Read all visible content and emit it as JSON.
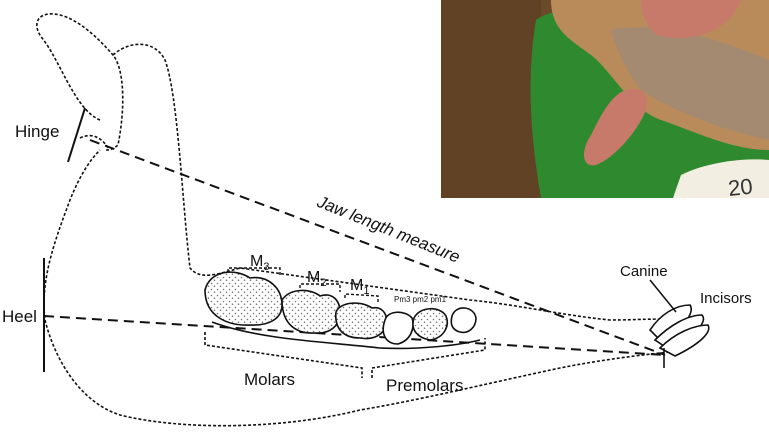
{
  "labels": {
    "hinge": "Hinge",
    "heel": "Heel",
    "jaw_length": "Jaw length measure",
    "m3": "M",
    "m3_sub": "3",
    "m2": "M",
    "m2_sub": "2",
    "m1": "M",
    "m1_sub": "1",
    "premolar_small": "Pm3 pm2 pm1",
    "canine": "Canine",
    "incisors": "Incisors",
    "molars": "Molars",
    "premolars": "Premolars"
  },
  "photo": {
    "tag_text": "20",
    "colors": {
      "soil": "#6b4a2a",
      "grass": "#2f8a2f",
      "fur": "#b98a5a",
      "flesh": "#c77a6a",
      "tag": "#f2efe2"
    }
  },
  "colors": {
    "ink": "#111111",
    "tooth_fill": "#d9d9d9"
  }
}
